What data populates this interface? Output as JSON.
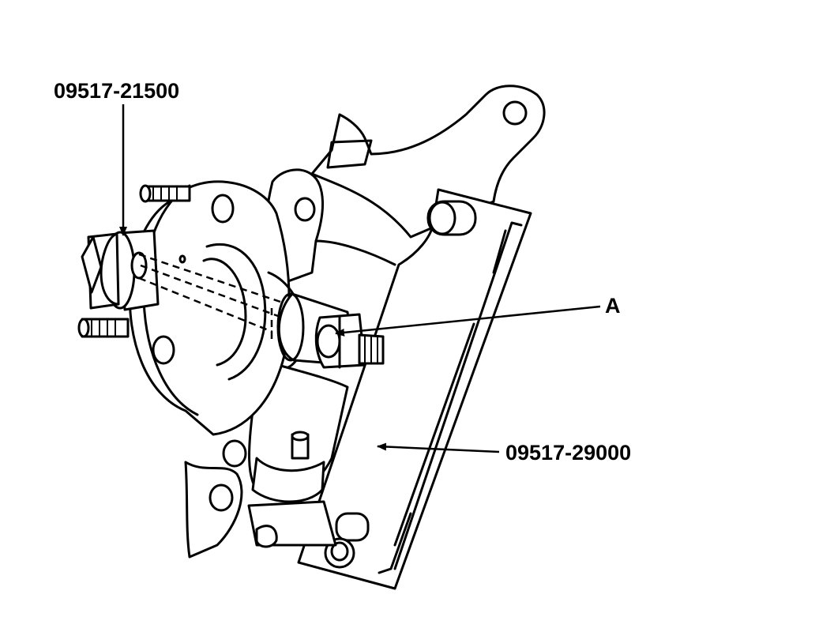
{
  "labels": {
    "puller": "09517-21500",
    "part_a": "A",
    "fixture": "09517-29000"
  },
  "icons": {
    "arrowhead": "arrowhead-icon"
  },
  "colors": {
    "ink": "#000000",
    "paper": "#ffffff"
  }
}
